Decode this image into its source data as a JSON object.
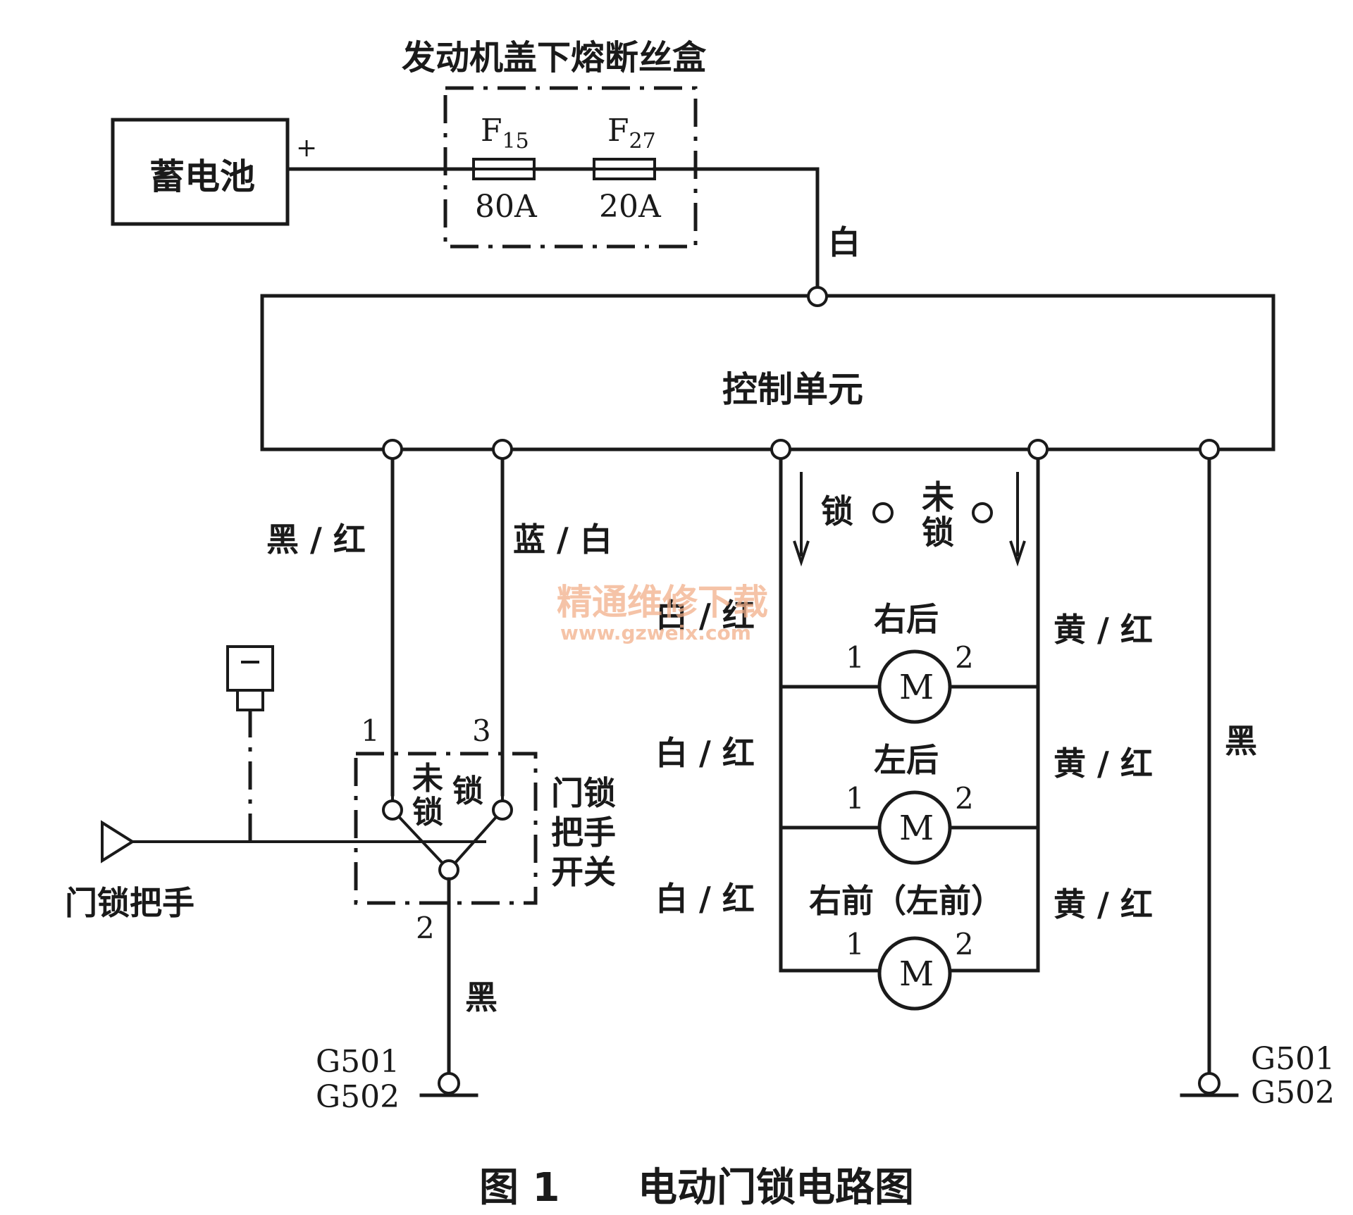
{
  "labels": {
    "fuse_box_title": "发动机盖下熔断丝盒",
    "battery": "蓄电池",
    "battery_plus": "+",
    "fuse1_name": "F",
    "fuse1_sub": "15",
    "fuse1_rating": "80A",
    "fuse2_name": "F",
    "fuse2_sub": "27",
    "fuse2_rating": "20A",
    "wire_white": "白",
    "control_unit": "控制单元",
    "wire_black_red": "黑 / 红",
    "wire_blue_white": "蓝 / 白",
    "lock": "锁",
    "unlock_top": "未",
    "unlock_bottom": "锁",
    "wire_white_red": "白 / 红",
    "wire_yellow_red": "黄 / 红",
    "wire_black": "黑",
    "motor_rr": "右后",
    "motor_lr": "左后",
    "motor_rf": "右前（左前）",
    "motor_letter": "M",
    "pin1": "1",
    "pin2": "2",
    "pin3": "3",
    "switch_unlock_top": "未",
    "switch_unlock_bottom": "锁",
    "switch_lock": "锁",
    "switch_name_1": "门锁",
    "switch_name_2": "把手",
    "switch_name_3": "开关",
    "door_handle": "门锁把手",
    "ground1": "G501",
    "ground2": "G502",
    "caption_fig": "图 1",
    "caption_title": "电动门锁电路图",
    "watermark_cn": "精通维修下载",
    "watermark_url": "www.gzweix.com"
  }
}
